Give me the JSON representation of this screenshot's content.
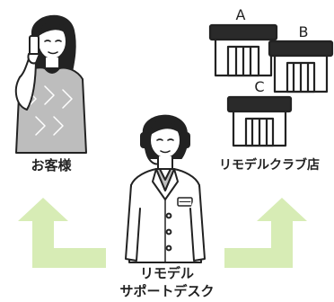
{
  "labels": {
    "customer": "お客様",
    "club_store": "リモデルクラブ店",
    "desk_line1": "リモデル",
    "desk_line2": "サポートデスク"
  },
  "stores": {
    "a": "A",
    "b": "B",
    "c": "C"
  },
  "colors": {
    "arrow": "#d7ecb5",
    "line": "#222222",
    "store_roof": "#2a2a2a",
    "blouse_pattern": "#b9b9b9"
  }
}
